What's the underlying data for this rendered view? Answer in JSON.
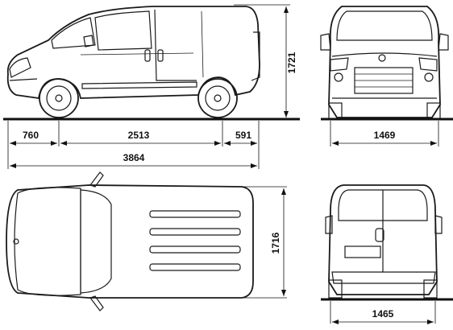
{
  "dimensions": {
    "front_overhang": "760",
    "wheelbase": "2513",
    "rear_overhang": "591",
    "overall_length": "3864",
    "height_side": "1721",
    "front_track": "1469",
    "height_top": "1716",
    "rear_track": "1465"
  },
  "colors": {
    "line": "#1a1a1a",
    "glass": "#cfcfcf",
    "body": "#ffffff",
    "shade": "#e6e6e6"
  }
}
